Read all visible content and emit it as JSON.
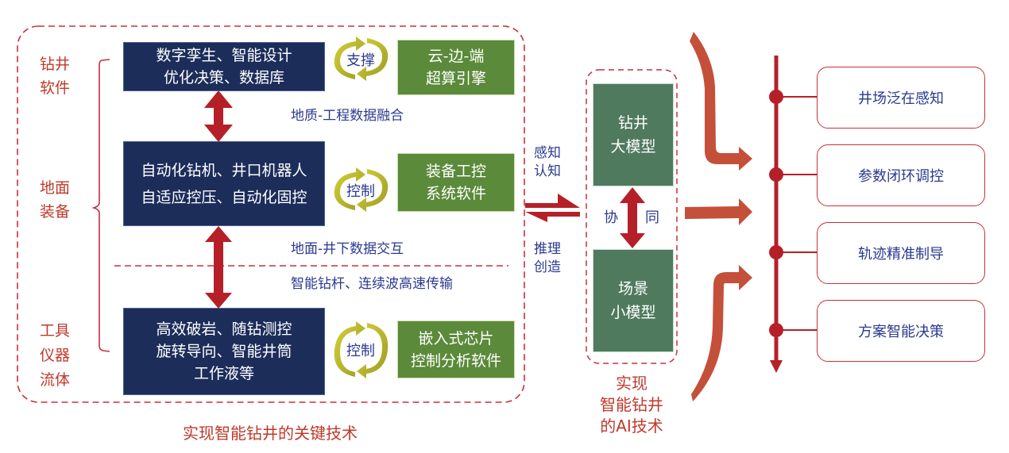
{
  "key_tech": {
    "caption": "实现智能钻井的关键技术",
    "categories": [
      {
        "lines": [
          "钻井",
          "软件"
        ]
      },
      {
        "lines": [
          "地面",
          "装备"
        ]
      },
      {
        "lines": [
          "工具",
          "仪器",
          "流体"
        ]
      }
    ],
    "tech_blocks": [
      {
        "lines": [
          "数字孪生、智能设计",
          "优化决策、数据库"
        ]
      },
      {
        "lines": [
          "自动化钻机、井口机器人",
          "自适应控压、自动化固控"
        ]
      },
      {
        "lines": [
          "高效破岩、随钻测控",
          "旋转导向、智能井筒",
          "工作液等"
        ]
      }
    ],
    "cycles": [
      {
        "label": "支撑"
      },
      {
        "label": "控制"
      },
      {
        "label": "控制"
      }
    ],
    "support_blocks": [
      {
        "lines": [
          "云-边-端",
          "超算引擎"
        ]
      },
      {
        "lines": [
          "装备工控",
          "系统软件"
        ]
      },
      {
        "lines": [
          "嵌入式芯片",
          "控制分析软件"
        ]
      }
    ],
    "links": [
      {
        "label": "地质-工程数据融合"
      },
      {
        "label": "地面-井下数据交互"
      },
      {
        "label": "智能钻杆、连续波高速传输"
      }
    ]
  },
  "exchange": {
    "upper_lines": [
      "感知",
      "认知"
    ],
    "lower_lines": [
      "推理",
      "创造"
    ]
  },
  "ai_tech": {
    "caption_lines": [
      "实现",
      "智能钻井",
      "的AI技术"
    ],
    "large_model": {
      "lines": [
        "钻井",
        "大模型"
      ]
    },
    "small_model": {
      "lines": [
        "场景",
        "小模型"
      ]
    },
    "collab_left": "协",
    "collab_right": "同"
  },
  "outcomes": [
    {
      "label": "井场泛在感知"
    },
    {
      "label": "参数闭环调控"
    },
    {
      "label": "轨迹精准制导"
    },
    {
      "label": "方案智能决策"
    }
  ],
  "colors": {
    "navy": "#1c2d5a",
    "green": "#5b8a3a",
    "model_green": "#4f7a5e",
    "arrow_red": "#b52028",
    "flow_orange": "#c4503a",
    "cycle_yellow": "#b8b52a",
    "text_blue": "#2b3a8f",
    "label_red": "#c0392b"
  }
}
